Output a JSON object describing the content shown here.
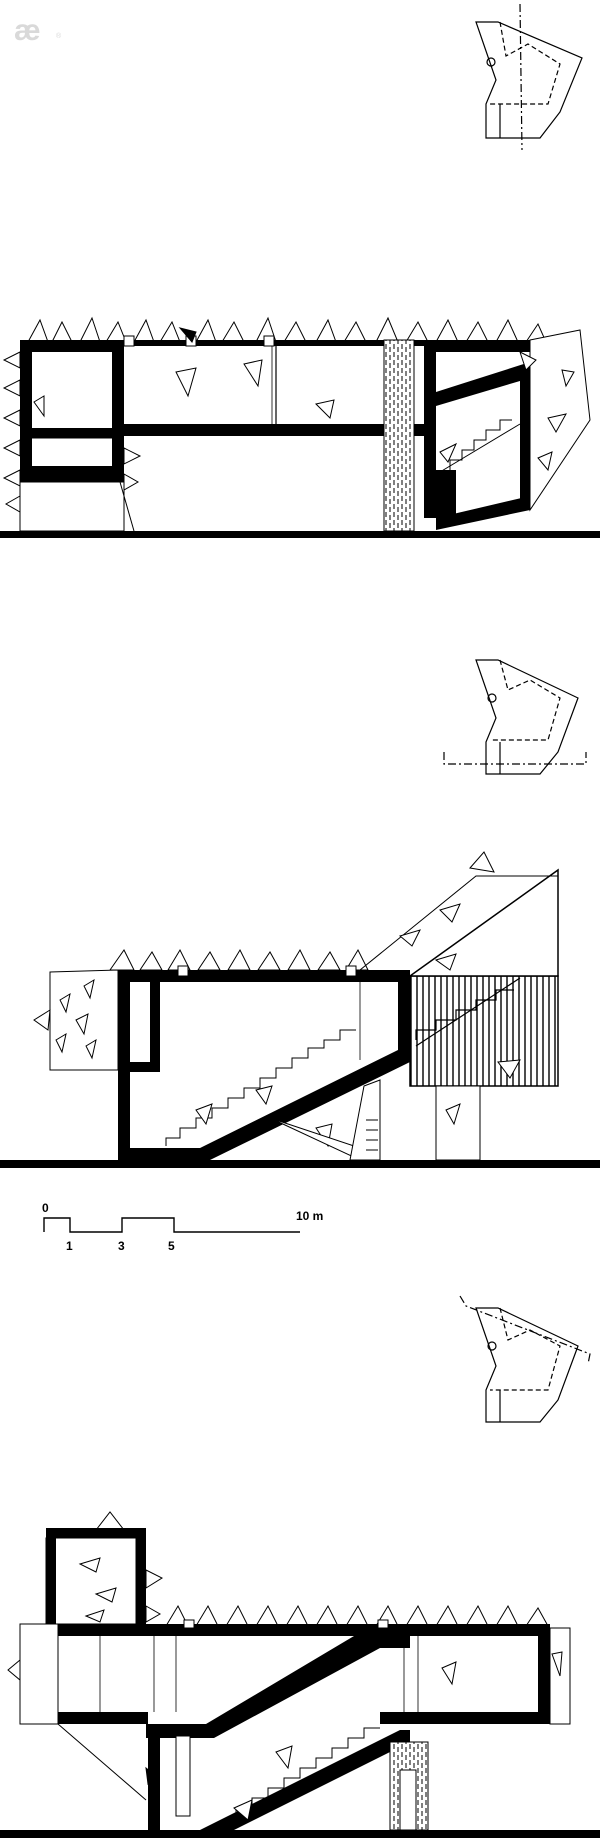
{
  "logo": {
    "mark": "æ",
    "registered": "®"
  },
  "scale_bar": {
    "labels": [
      "0",
      "1",
      "3",
      "5",
      "10 m"
    ]
  }
}
